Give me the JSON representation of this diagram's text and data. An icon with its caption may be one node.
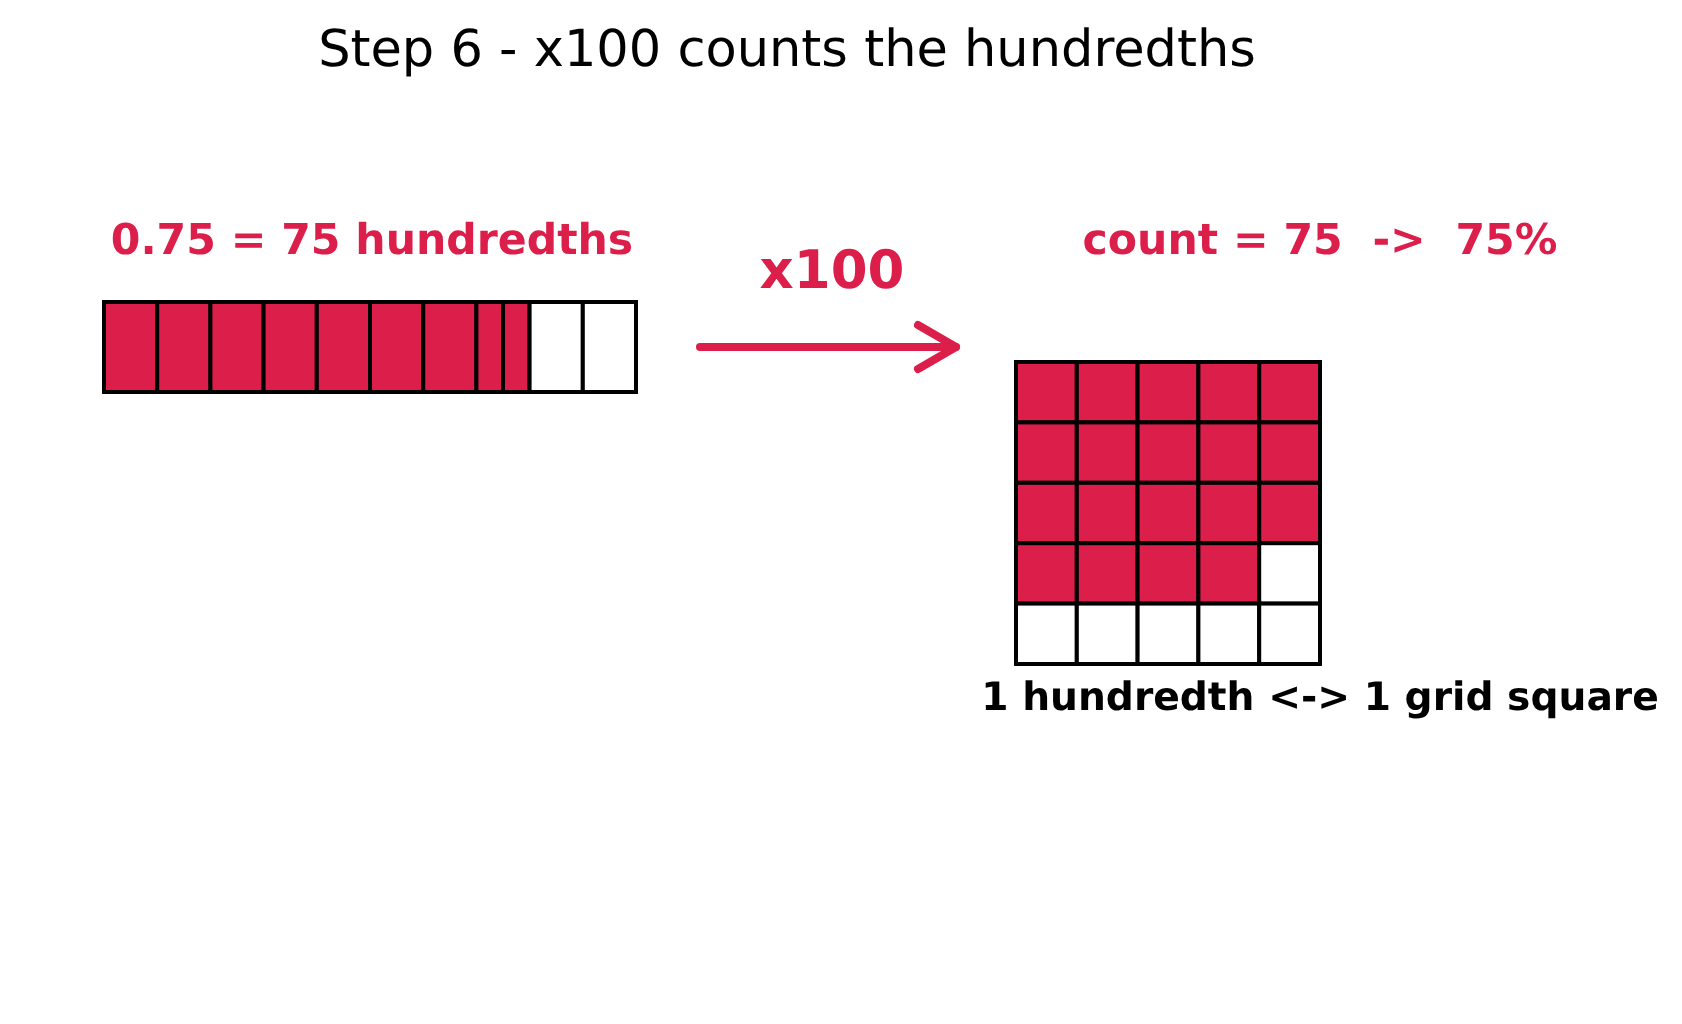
{
  "diagram": {
    "title": "Step 6 - x100 counts the hundredths",
    "nodes": [
      {
        "text": [
          "0.75 = 75 hundredths"
        ]
      },
      {
        "text": [
          "count = 75  ->  75%"
        ],
        "beside": [
          "1 hundredth <-> 1 grid square"
        ]
      }
    ],
    "edges": [
      {
        "from": 0,
        "to": 1,
        "arrow": "to",
        "label": "x100"
      }
    ]
  }
}
